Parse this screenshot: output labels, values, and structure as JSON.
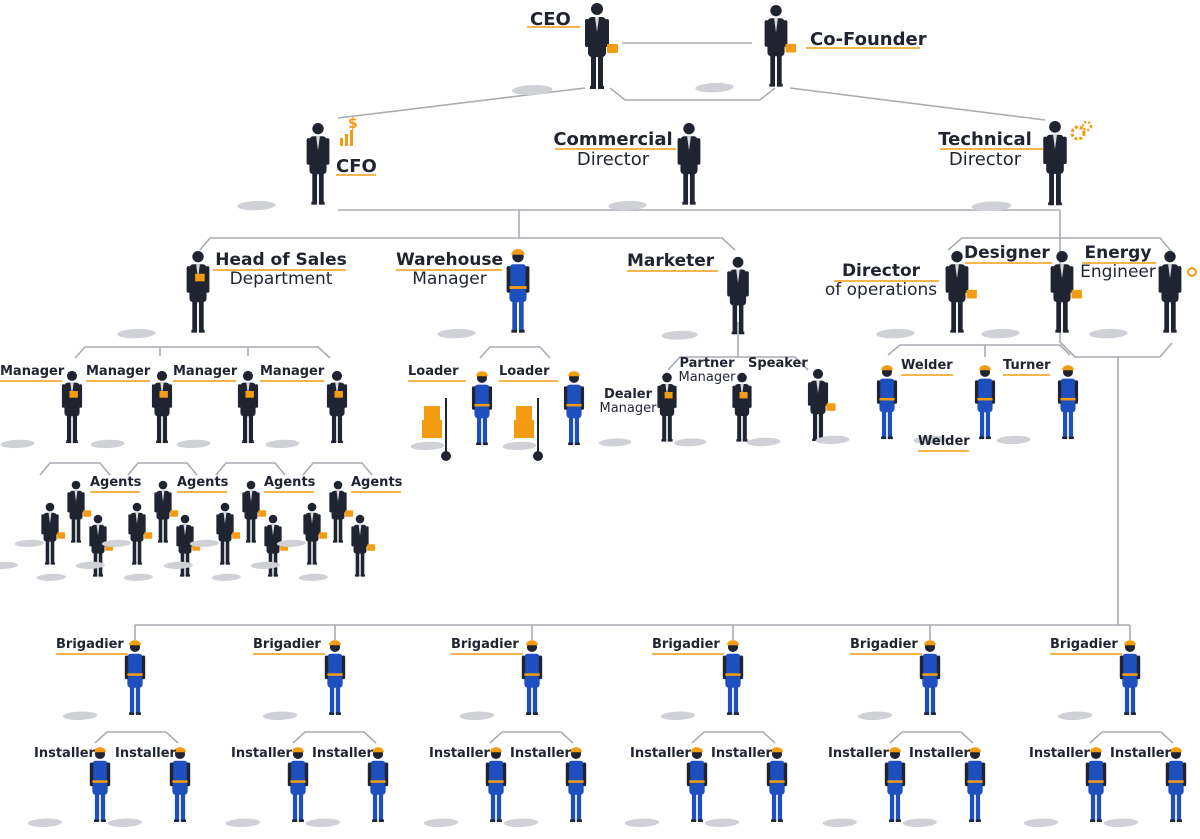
{
  "colors": {
    "line": "#a9acb2",
    "suit": "#1f2430",
    "accent": "#f39c12",
    "overall": "#1d4fbf",
    "skin": "#d9dadd",
    "shadow": "#cfd1d6"
  },
  "roles": {
    "ceo": {
      "title": "CEO",
      "subtitle": ""
    },
    "cofounder": {
      "title": "Co-Founder",
      "subtitle": ""
    },
    "cfo": {
      "title": "CFO",
      "subtitle": ""
    },
    "commercial_director": {
      "title": "Commercial",
      "subtitle": "Director"
    },
    "technical_director": {
      "title": "Technical",
      "subtitle": "Director"
    },
    "head_of_sales": {
      "title": "Head of Sales",
      "subtitle": "Department"
    },
    "warehouse_manager": {
      "title": "Warehouse",
      "subtitle": "Manager"
    },
    "marketer": {
      "title": "Marketer",
      "subtitle": ""
    },
    "director_operations": {
      "title": "Director",
      "subtitle": "of operations"
    },
    "designer": {
      "title": "Designer",
      "subtitle": ""
    },
    "energy_engineer": {
      "title": "Energy",
      "subtitle": "Engineer"
    },
    "managers": [
      "Manager",
      "Manager",
      "Manager",
      "Manager"
    ],
    "agents": [
      "Agents",
      "Agents",
      "Agents",
      "Agents"
    ],
    "loaders": [
      "Loader",
      "Loader"
    ],
    "partner_manager": {
      "title": "Partner",
      "subtitle": "Manager"
    },
    "speaker": {
      "title": "Speaker",
      "subtitle": ""
    },
    "dealer_manager": {
      "title": "Dealer",
      "subtitle": "Manager"
    },
    "welder_top": "Welder",
    "welder_bottom": "Welder",
    "turner": "Turner",
    "brigadiers": [
      "Brigadier",
      "Brigadier",
      "Brigadier",
      "Brigadier",
      "Brigadier",
      "Brigadier"
    ],
    "installer": "Installer"
  }
}
